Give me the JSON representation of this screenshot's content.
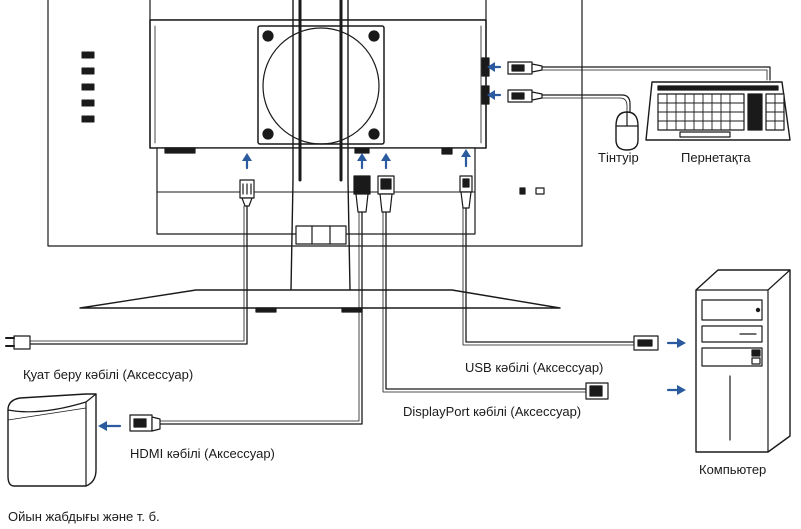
{
  "labels": {
    "mouse": "Тінтуір",
    "keyboard": "Пернетақта",
    "power_cable": "Қуат беру кәбілі (Аксессуар)",
    "usb_cable": "USB кәбілі (Аксессуар)",
    "displayport_cable": "DisplayPort кәбілі (Аксессуар)",
    "hdmi_cable": "HDMI кәбілі (Аксессуар)",
    "computer": "Компьютер",
    "game_console": "Ойын жабдығы және т. б."
  },
  "colors": {
    "line": "#1a1a1a",
    "arrow": "#2b5a9e",
    "fill": "#ffffff"
  }
}
